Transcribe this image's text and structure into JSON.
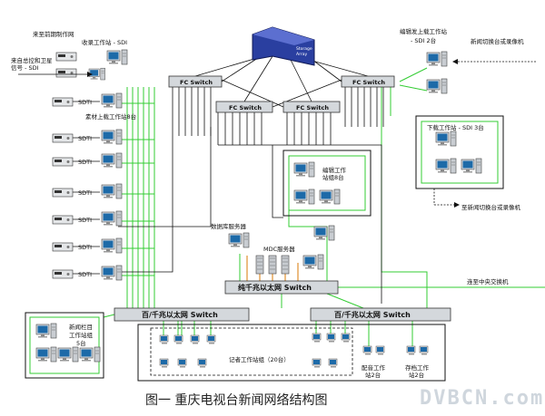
{
  "colors": {
    "fiber": "#33cc33",
    "copper": "#111111",
    "orange": "#e09030",
    "frame": "#111111",
    "switch_fill": "#d4d8dc"
  },
  "labels": {
    "top_left_1": "来至前期制作网",
    "top_left_2": "来自总控和卫星",
    "top_left_3": "信号 - SDI",
    "ingest_ws": "收录工作站 - SDI",
    "sdti": "SDTI",
    "material_ws": "素材上载工作站8台",
    "fc1": "FC Switch",
    "fc2": "FC Switch",
    "fc3": "FC Switch",
    "fc4": "FC Switch",
    "upload_right_1": "编辑发上载工作站",
    "upload_right_2": "- SDI  2台",
    "right_in": "新闻切换台或录像机",
    "download_ws": "下载工作站 - SDI 3台",
    "right_out": "至新闻切换台或录像机",
    "edit_ws_1": "编辑工作",
    "edit_ws_2": "站组8台",
    "db_server": "数据库服务器",
    "mdc_server": "MDC服务器",
    "gigabit_main": "纯千兆以太网 Switch",
    "to_central": "连至中央交换机",
    "gig_left": "百/千兆以太网 Switch",
    "gig_right": "百/千兆以太网 Switch",
    "news_edit_1": "新闻栏目",
    "news_edit_2": "工作站组",
    "news_edit_3": "5台",
    "reporter_ws": "记者工作站组（20台）",
    "dub_1": "配音工作",
    "dub_2": "站2台",
    "arch_1": "存档工作",
    "arch_2": "站2台",
    "caption": "图一  重庆电视台新闻网络结构图",
    "watermark": "DVBCN.com",
    "storage_1": "Storage",
    "storage_2": "Array"
  }
}
